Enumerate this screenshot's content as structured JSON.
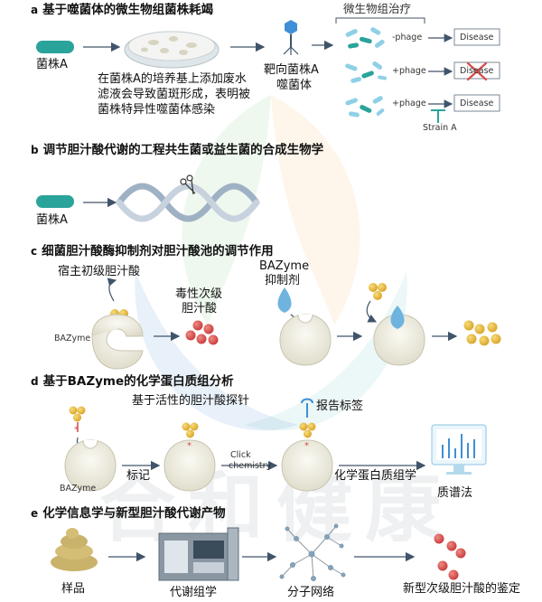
{
  "sections": {
    "a": {
      "letter": "a",
      "title": "基于噬菌体的微生物组菌株耗竭",
      "strain": "菌株A",
      "desc_line1": "在菌株A的培养基上添加废水",
      "desc_line2": "滤液会导致菌斑形成，表明被",
      "desc_line3": "菌株特异性噬菌体感染",
      "phage_line1": "靶向菌株A",
      "phage_line2": "噬菌体",
      "therapy_title": "微生物组治疗",
      "rows": [
        {
          "phage": "-phage",
          "outcome": "Disease"
        },
        {
          "phage": "+phage",
          "outcome": "Disease"
        },
        {
          "phage": "+phage",
          "outcome": "Disease"
        }
      ],
      "strain_label": "Strain A"
    },
    "b": {
      "letter": "b",
      "title": "调节胆汁酸代谢的工程共生菌或益生菌的合成生物学",
      "strain": "菌株A"
    },
    "c": {
      "letter": "c",
      "title": "细菌胆汁酸酶抑制剂对胆汁酸池的调节作用",
      "primary": "宿主初级胆汁酸",
      "toxic_line1": "毒性次级",
      "toxic_line2": "胆汁酸",
      "inhibitor_line1": "BAZyme",
      "inhibitor_line2": "抑制剂",
      "enzyme": "BAZyme"
    },
    "d": {
      "letter": "d",
      "title": "基于BAZyme的化学蛋白质组分析",
      "probe": "基于活性的胆汁酸探针",
      "tag": "报告标签",
      "enzyme": "BAZyme",
      "label_step": "标记",
      "click_line1": "Click",
      "click_line2": "chemistry",
      "proteomics": "化学蛋白质组学",
      "ms": "质谱法"
    },
    "e": {
      "letter": "e",
      "title": "化学信息学与新型胆汁酸代谢产物",
      "sample": "样品",
      "metabolomics": "代谢组学",
      "network": "分子网络",
      "identification": "新型次级胆汁酸的鉴定"
    }
  },
  "colors": {
    "bacteria": "#2aa39a",
    "gold": "#e3b43b",
    "red": "#d94a4a",
    "enzyme": "#f1efe2",
    "drop": "#6fb3df",
    "arrow": "#40546a"
  },
  "watermark": {
    "text": "合和健康"
  }
}
